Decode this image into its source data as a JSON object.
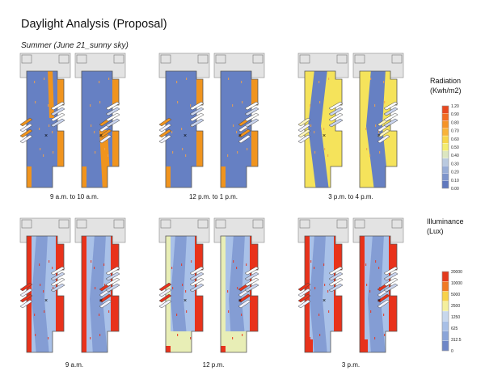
{
  "title": "Daylight Analysis (Proposal)",
  "subtitle": "Summer (June 21_sunny sky)",
  "radiation": {
    "label_line1": "Radiation",
    "label_line2": "(Kwh/m2)",
    "ticks": [
      "1.20",
      "0.90",
      "0.80",
      "0.70",
      "0.60",
      "0.50",
      "0.40",
      "0.30",
      "0.20",
      "0.10",
      "0.00"
    ],
    "colors": [
      "#e8481f",
      "#f26c22",
      "#f59327",
      "#f8b33a",
      "#f7d54a",
      "#f3ec70",
      "#dce6c0",
      "#b9c9df",
      "#98add6",
      "#7d94cb",
      "#5f78be"
    ],
    "captions": [
      "9 a.m. to 10 a.m.",
      "12 p.m. to 1 p.m.",
      "3 p.m. to 4 p.m."
    ]
  },
  "illuminance": {
    "label_line1": "Illuminance",
    "label_line2": "(Lux)",
    "ticks": [
      "20000",
      "10000",
      "5000",
      "2500",
      "1250",
      "625",
      "312.5",
      "0"
    ],
    "colors": [
      "#e33a1c",
      "#f07a24",
      "#f7d24a",
      "#f4ef9c",
      "#c7d7ec",
      "#a8bfe6",
      "#8aa4d8",
      "#6e86c7"
    ],
    "captions": [
      "9 a.m.",
      "12 p.m.",
      "3 p.m."
    ]
  },
  "colors": {
    "plan_blue": "#6680c3",
    "plan_light": "#a9c1e8",
    "plan_orange": "#f0941e",
    "plan_yellow": "#f5e35b",
    "plan_red": "#e8321b",
    "plan_pale": "#e8eeb6",
    "context_gray": "#e3e3e3"
  }
}
